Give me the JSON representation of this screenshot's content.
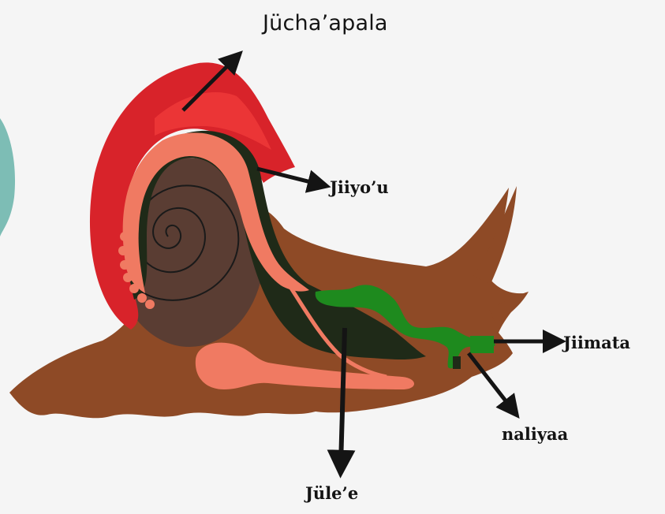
{
  "diagram": {
    "title": "Jücha’apala",
    "labels": {
      "jiiyou": "Jiiyo’u",
      "jiimata": "Jiimata",
      "naliyaa": "naliyaa",
      "jule": "Jüle’e"
    },
    "colors": {
      "background": "#f5f5f5",
      "shell": "#d8232a",
      "shell_inner": "#f03a3a",
      "body": "#8e4a26",
      "body_dark": "#5a3d33",
      "organ_pink": "#f07a62",
      "lung_dark": "#1f2a18",
      "green": "#1e8a1e",
      "arrow": "#141414"
    }
  }
}
